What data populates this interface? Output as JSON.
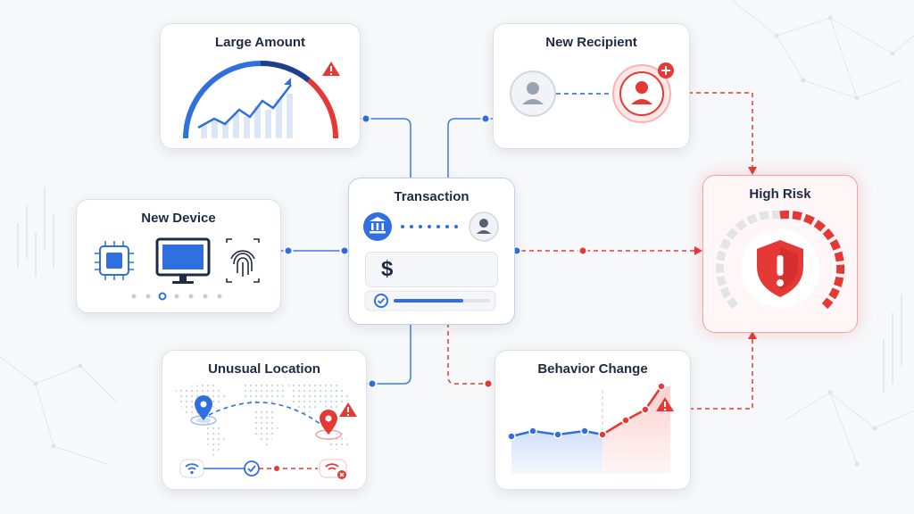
{
  "diagram": {
    "transaction": {
      "title": "Transaction",
      "amount_symbol": "$"
    },
    "signals": {
      "large_amount": {
        "title": "Large Amount"
      },
      "new_recipient": {
        "title": "New Recipient"
      },
      "new_device": {
        "title": "New Device"
      },
      "unusual_location": {
        "title": "Unusual Location"
      },
      "behavior_change": {
        "title": "Behavior Change"
      }
    },
    "outcome": {
      "title": "High Risk"
    }
  },
  "colors": {
    "primary_blue": "#2f6fe0",
    "alert_red": "#e53935",
    "text_dark": "#1f2a44",
    "muted_gray": "#9aa3b2"
  },
  "icons": {
    "large_amount": [
      "gauge-chart-icon",
      "warning-icon"
    ],
    "new_recipient": [
      "user-icon",
      "new-user-icon",
      "add-badge-icon"
    ],
    "new_device": [
      "chip-icon",
      "monitor-icon",
      "fingerprint-icon"
    ],
    "transaction": [
      "bank-icon",
      "user-icon",
      "check-icon"
    ],
    "unusual_location": [
      "world-map-icon",
      "location-pin-icon",
      "wifi-icon",
      "wifi-error-icon"
    ],
    "behavior_change": [
      "line-chart-icon",
      "warning-icon"
    ],
    "high_risk": [
      "shield-alert-icon",
      "risk-gauge-icon"
    ]
  }
}
